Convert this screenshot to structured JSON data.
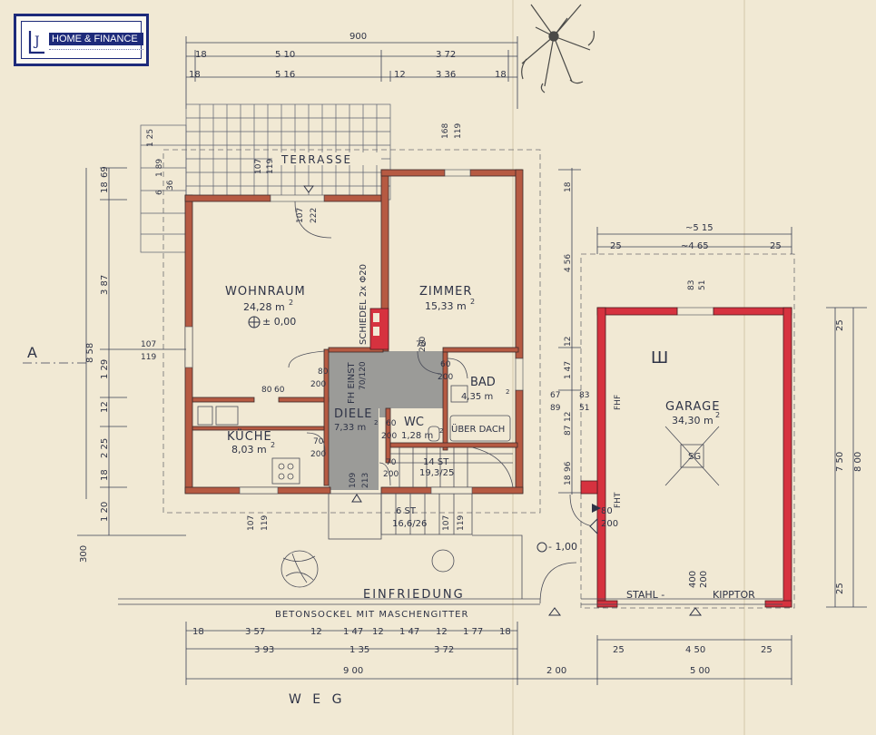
{
  "logo": {
    "mark": "J",
    "name": "HOME & FINANCE"
  },
  "rooms": {
    "wohnraum": {
      "name": "WOHNRAUM",
      "area": "24,28 m",
      "sup": "2",
      "level": "± 0,00"
    },
    "zimmer": {
      "name": "ZIMMER",
      "area": "15,33 m",
      "sup": "2"
    },
    "bad": {
      "name": "BAD",
      "area": "4,35 m",
      "sup": "2"
    },
    "kueche": {
      "name": "KÜCHE",
      "area": "8,03 m",
      "sup": "2"
    },
    "diele": {
      "name": "DIELE",
      "area": "7,33 m",
      "sup": "2"
    },
    "wc": {
      "name": "WC",
      "area": "1,28 m",
      "sup": "2"
    },
    "garage": {
      "name": "GARAGE",
      "area": "34,30 m",
      "sup": "2",
      "sg": "SG"
    },
    "terrasse": "TERRASSE"
  },
  "notes": {
    "schiedel": "SCHIEDEL 2x Φ20",
    "fh_einst": "FH EINST",
    "fh_einst_size": "70/120",
    "ueber_dach": "ÜBER DACH",
    "stair_upper": "14 ST",
    "stair_upper_dim": "19,3/25",
    "stair_lower": "6 ST",
    "stair_lower_dim": "16,6/26",
    "level_garden": "- 1,00",
    "einfriedung": "EINFRIEDUNG",
    "betonsockel": "BETONSOCKEL MIT MASCHENGITTER",
    "weg": "W E G",
    "tor": "STAHL -",
    "tor_size": "400",
    "tor_size2": "200",
    "kipptor": "KIPPTOR",
    "fhf": "FHF",
    "fht": "FHT",
    "door_80": "80",
    "door_200": "200",
    "section_a": "A"
  },
  "dims_top": {
    "total": "900",
    "row1": [
      "18",
      "5 10",
      "3 72"
    ],
    "row2": [
      "18",
      "5 16",
      "12",
      "3 36",
      "18"
    ]
  },
  "dims_bottom": {
    "row1": [
      "18",
      "3 57",
      "12",
      "1 47",
      "12",
      "1 47",
      "12",
      "1 77",
      "18"
    ],
    "row2": [
      "3 93",
      "1 35",
      "3 72"
    ],
    "row3": [
      "9 00",
      "2 00",
      "5 00"
    ],
    "garage": [
      "25",
      "4 50",
      "25"
    ]
  },
  "dims_left": {
    "outer": "8 58",
    "inner": [
      "18",
      "69",
      "3 87",
      "1 29",
      "12",
      "2 25",
      "18",
      "1 20"
    ],
    "garden": "300",
    "terr": [
      "1 25",
      "1 89",
      "36",
      "6"
    ]
  },
  "dims_right": {
    "house": [
      "18",
      "4 56",
      "12",
      "1 47",
      "12",
      "87",
      "96",
      "18"
    ],
    "garage_outer": "8 00",
    "garage_inner": [
      "25",
      "7 50",
      "25"
    ],
    "garage_top": [
      "~5 15",
      "25",
      "~4 65",
      "25"
    ],
    "window_g": [
      "83",
      "51"
    ]
  },
  "openings": {
    "terr_win": [
      "107",
      "119"
    ],
    "terr_door": [
      "107",
      "222"
    ],
    "zim_win": [
      "168",
      "119"
    ],
    "left_win": [
      "107",
      "119"
    ],
    "kue_door": [
      "80",
      "60"
    ],
    "wohn_door": [
      "80",
      "200"
    ],
    "zim_door": [
      "70",
      "200"
    ],
    "bad_door": [
      "60",
      "200"
    ],
    "wc_door": [
      "60",
      "200"
    ],
    "kue_door2": [
      "70",
      "200"
    ],
    "stair_door": [
      "70",
      "200"
    ],
    "front_door": [
      "109",
      "213"
    ],
    "bottom_win1": [
      "107",
      "119"
    ],
    "bottom_win2": [
      "107",
      "119"
    ],
    "bad_win": [
      "67",
      "89",
      "83",
      "51"
    ]
  }
}
